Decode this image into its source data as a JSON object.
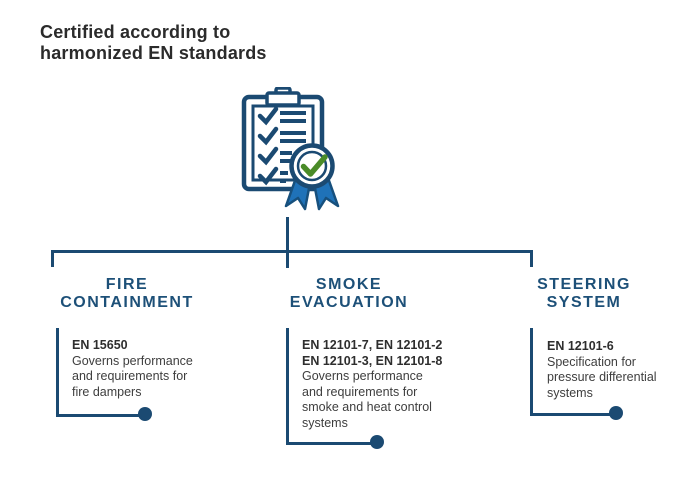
{
  "title": {
    "lines": [
      "Certified according to",
      "harmonized EN standards"
    ]
  },
  "icon": {
    "name": "certified-checklist-badge",
    "description": "clipboard with checklist and award rosette with green checkmark"
  },
  "colors": {
    "navy_line": "#1b4a72",
    "heading_blue": "#1d5078",
    "ribbon_blue": "#1f72b8",
    "check_green": "#4a8b28",
    "title_text": "#2b2b2b",
    "body_text": "#3e3e3e"
  },
  "branches": [
    {
      "id": "fire-containment",
      "heading_lines": [
        "FIRE",
        "CONTAINMENT"
      ],
      "standards_lines": [
        "EN 15650"
      ],
      "description_lines": [
        "Governs performance",
        "and requirements for",
        "fire dampers"
      ]
    },
    {
      "id": "smoke-evacuation",
      "heading_lines": [
        "SMOKE",
        "EVACUATION"
      ],
      "standards_lines": [
        "EN 12101-7, EN 12101-2",
        "EN 12101-3, EN 12101-8"
      ],
      "description_lines": [
        "Governs performance",
        "and requirements for",
        "smoke and heat control",
        "systems"
      ]
    },
    {
      "id": "steering-system",
      "heading_lines": [
        "STEERING",
        "SYSTEM"
      ],
      "standards_lines": [
        "EN 12101-6"
      ],
      "description_lines": [
        "Specification for",
        "pressure differential",
        "systems"
      ]
    }
  ]
}
